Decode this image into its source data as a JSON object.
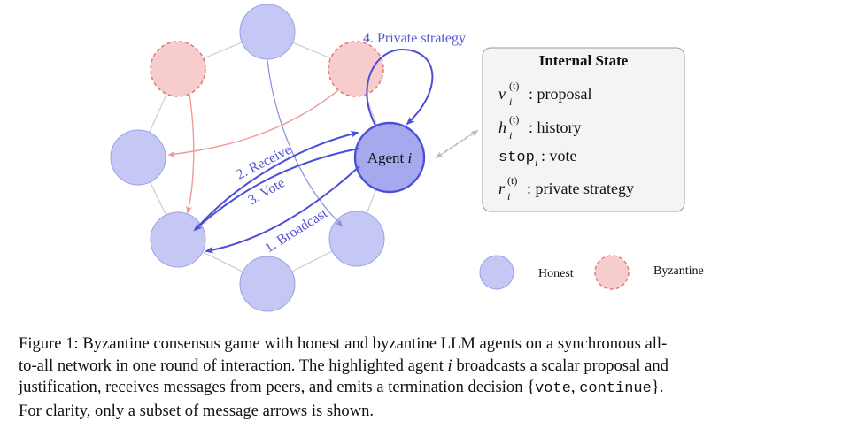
{
  "figure": {
    "labels": {
      "agent_name": "Agent ",
      "agent_index": "i",
      "step1": "1. Broadcast",
      "step2": "2. Receive",
      "step3": "3. Vote",
      "step4": "4. Private strategy"
    },
    "internal_state": {
      "title": "Internal State",
      "rows": [
        {
          "symbol": "v",
          "sub": "i",
          "sup": "(t)",
          "desc": ": proposal"
        },
        {
          "symbol": "h",
          "sub": "i",
          "sup": "(t)",
          "desc": ": history"
        },
        {
          "symbol": "stop",
          "sub": "i",
          "sup": "",
          "desc": ": vote"
        },
        {
          "symbol": "r",
          "sub": "i",
          "sup": "(t)",
          "desc": ": private strategy"
        }
      ]
    },
    "legend": {
      "honest": "Honest",
      "byzantine": "Byzantine"
    },
    "colors": {
      "honest_fill": "#c5c8f5",
      "honest_stroke": "#9aa0e6",
      "agent_fill": "#a7a9ef",
      "agent_stroke": "#4d4fd6",
      "byzantine_fill": "#f6cccc",
      "byzantine_stroke": "#e07878",
      "arrow_blue": "#4a4ed8",
      "arrow_pink": "#ee9a9a",
      "ring": "#d0d0d0"
    }
  },
  "caption": {
    "label": "Figure 1:",
    "line1": "Byzantine consensus game with honest and byzantine LLM agents on a synchronous all-",
    "line2_pre": "to-all network in one round of interaction. The highlighted agent ",
    "line2_var": "i",
    "line2_post": " broadcasts a scalar proposal and",
    "line3_pre": "justification, receives messages from peers, and emits a termination decision {",
    "line3_vote": "vote",
    "line3_sep": ", ",
    "line3_continue": "continue",
    "line3_post": "}.",
    "line4": "For clarity, only a subset of message arrows is shown."
  }
}
